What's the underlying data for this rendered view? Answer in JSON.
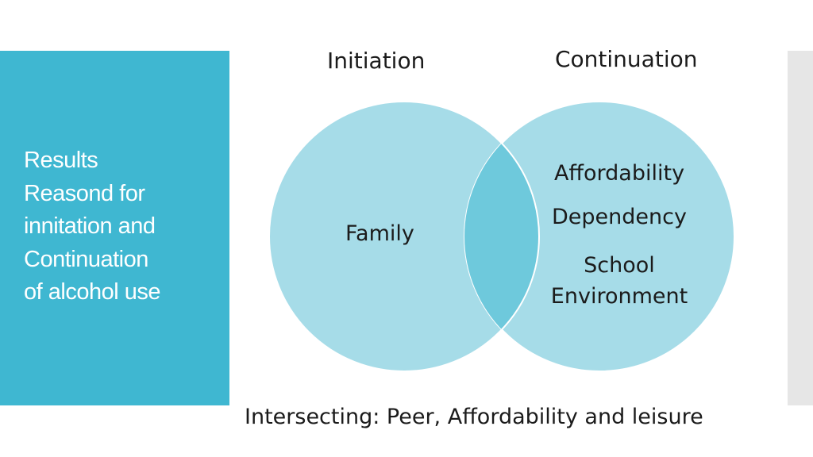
{
  "side_title": [
    "Results",
    "Reasond for",
    "innitation and",
    "Continuation",
    "of alcohol use"
  ],
  "venn": {
    "left_heading": "Initiation",
    "right_heading": "Continuation",
    "left_items": [
      "Family"
    ],
    "right_items": [
      "Affordability",
      "Dependency",
      "School",
      "Environment"
    ]
  },
  "caption": "Intersecting: Peer, Affordability and leisure",
  "colors": {
    "panel": "#3fb7d1",
    "circle_fill": "#a6dce8",
    "overlap_fill": "#6ec9dc",
    "circle_stroke": "#ffffff"
  }
}
